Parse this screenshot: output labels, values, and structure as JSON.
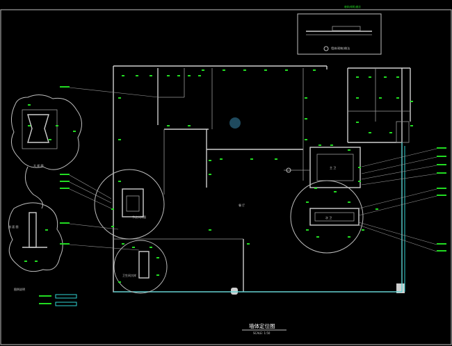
{
  "drawing": {
    "title": "墙体定位图",
    "scale": "SCALE: 1:50"
  },
  "rooms": {
    "center_label": "餐 厅",
    "room_a": "主 卫",
    "room_b": "次 卫"
  },
  "details": {
    "top_note": "墙体(砌筑)做法",
    "left_top_caption": "大 样 图",
    "left_bottom_caption": "剖 面 图",
    "left_mid_caption": "节点大样图",
    "lower_left_caption": "卫生间大样",
    "legend_title": "图例说明"
  },
  "colors": {
    "background": "#000000",
    "wall": "#cfcfcf",
    "dimension": "#22dd22",
    "accent": "#2fd4d4"
  }
}
